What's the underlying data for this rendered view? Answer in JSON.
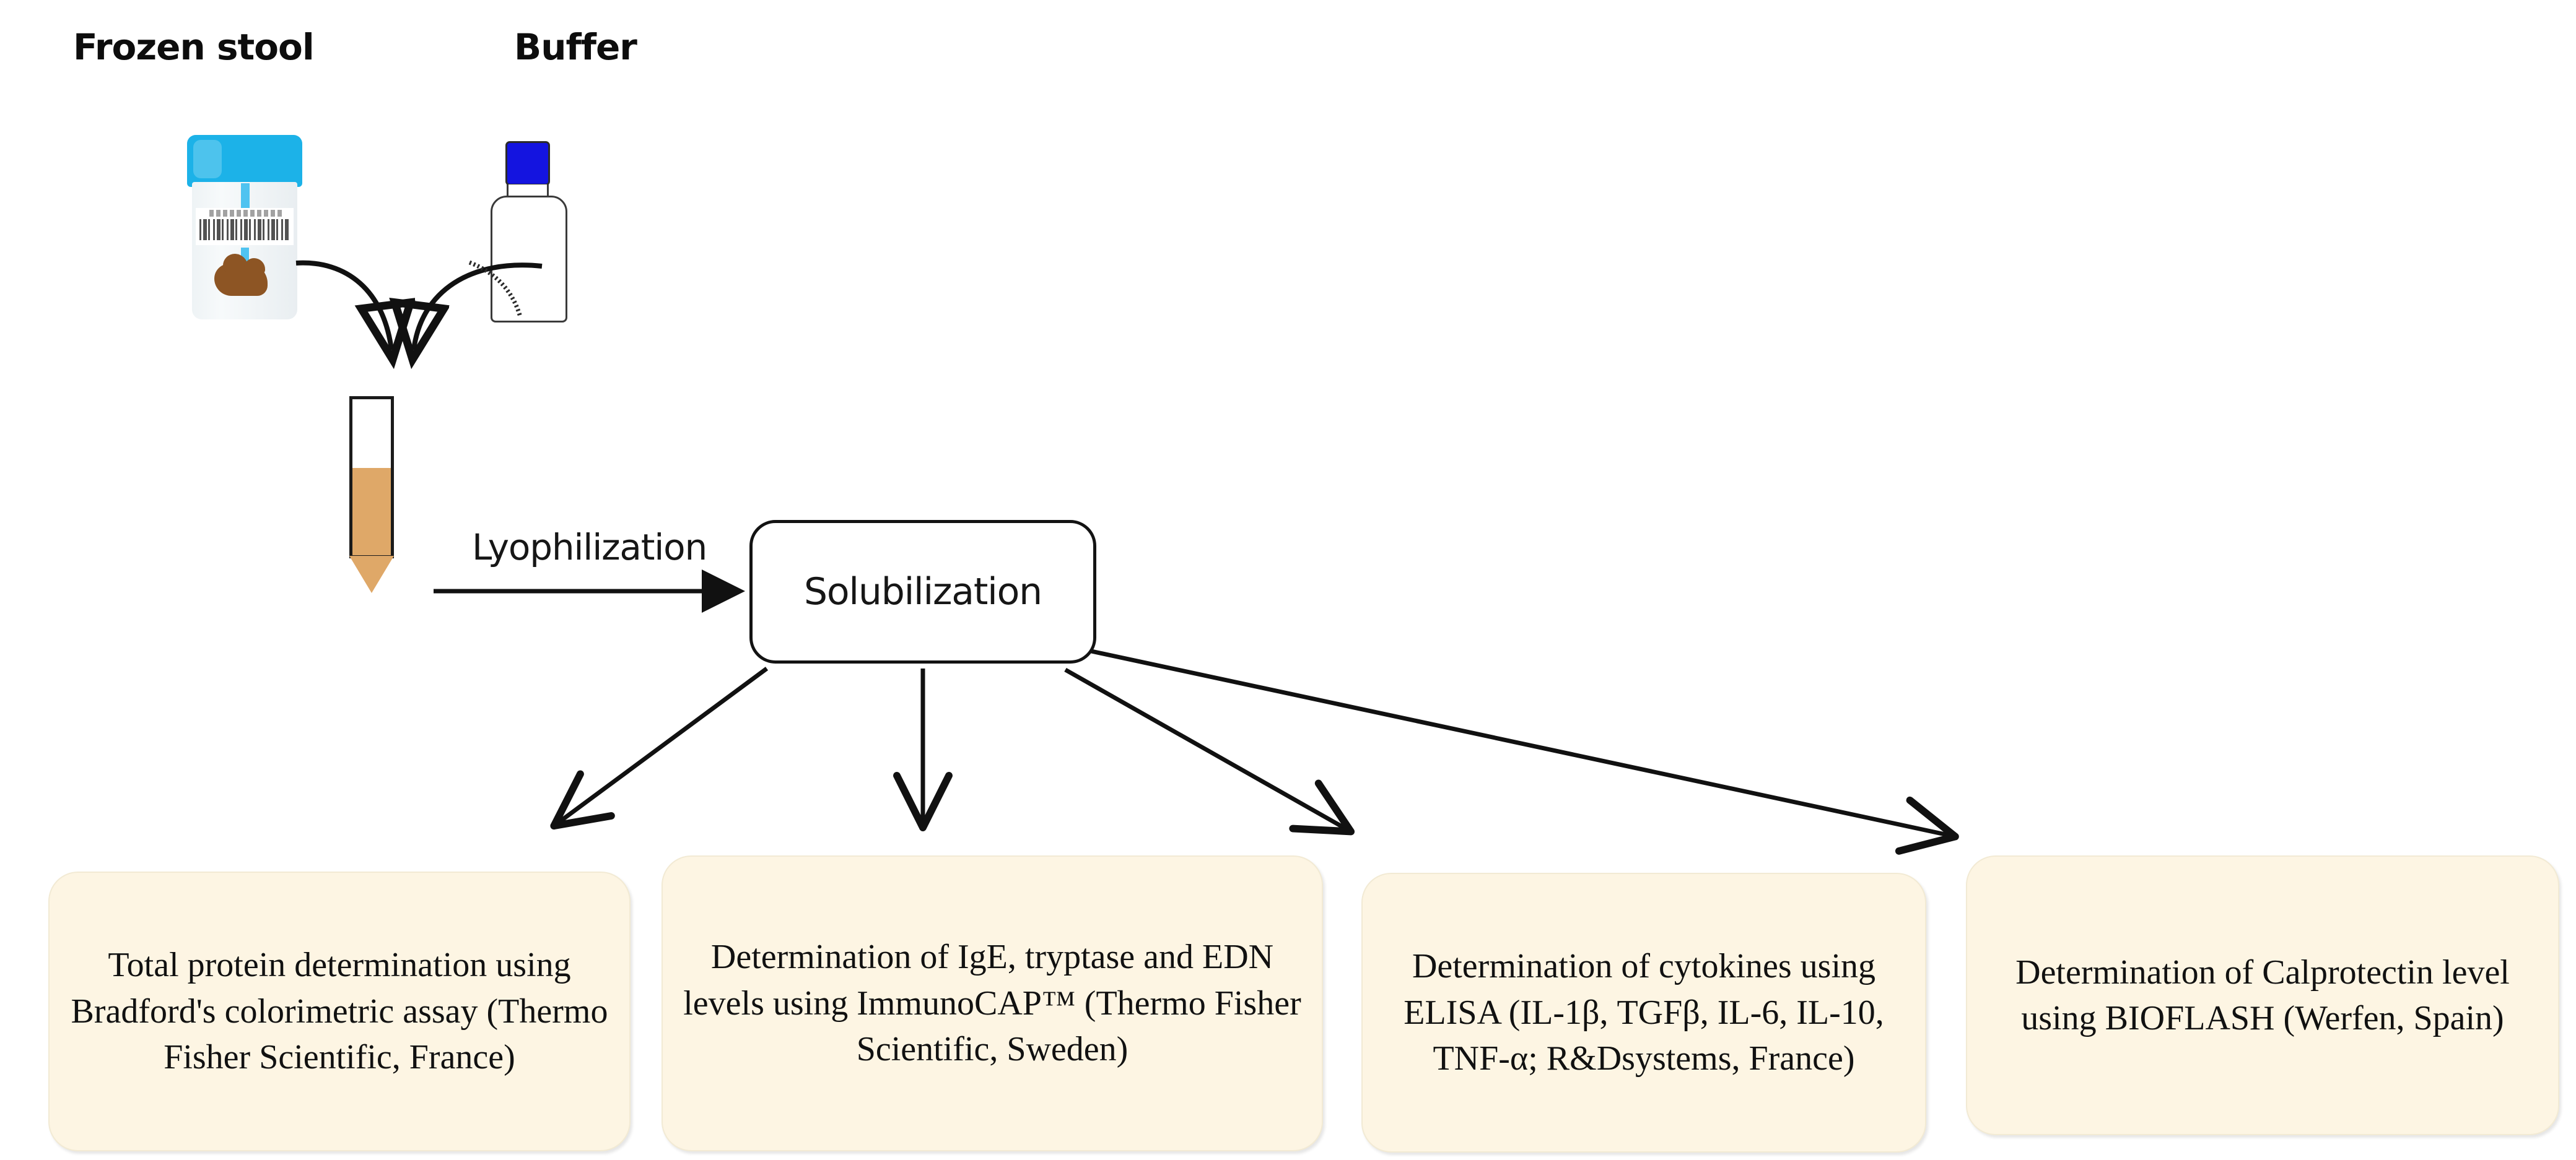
{
  "diagram": {
    "sources": [
      {
        "name": "frozen-stool",
        "label": "Frozen stool",
        "icon": "specimen-jar-icon"
      },
      {
        "name": "buffer",
        "label": "Buffer",
        "icon": "reagent-bottle-icon"
      }
    ],
    "process": {
      "step_arrow_label": "Lyophilization",
      "step_box_label": "Solubilization",
      "tube_icon": "conical-test-tube-icon"
    },
    "assays": [
      {
        "id": "total-protein",
        "text": "Total protein determination using Bradford's colorimetric assay (Thermo Fisher Scientific, France)"
      },
      {
        "id": "ige-tryptase-edn",
        "text": "Determination of  IgE, tryptase and EDN levels using ImmunoCAP™ (Thermo Fisher Scientific, Sweden)"
      },
      {
        "id": "cytokines",
        "text": "Determination of cytokines using ELISA (IL-1β, TGFβ, IL-6, IL-10, TNF-α; R&Dsystems, France)"
      },
      {
        "id": "calprotectin",
        "text": "Determination of Calprotectin level using BIOFLASH (Werfen, Spain)"
      }
    ],
    "colors": {
      "jar_cap": "#1cb2e8",
      "stool_sample": "#8d5524",
      "bottle_cap": "#1414e0",
      "tube_contents": "#dfa868",
      "assay_box_fill": "#fdf5e3",
      "stroke": "#131313"
    }
  }
}
